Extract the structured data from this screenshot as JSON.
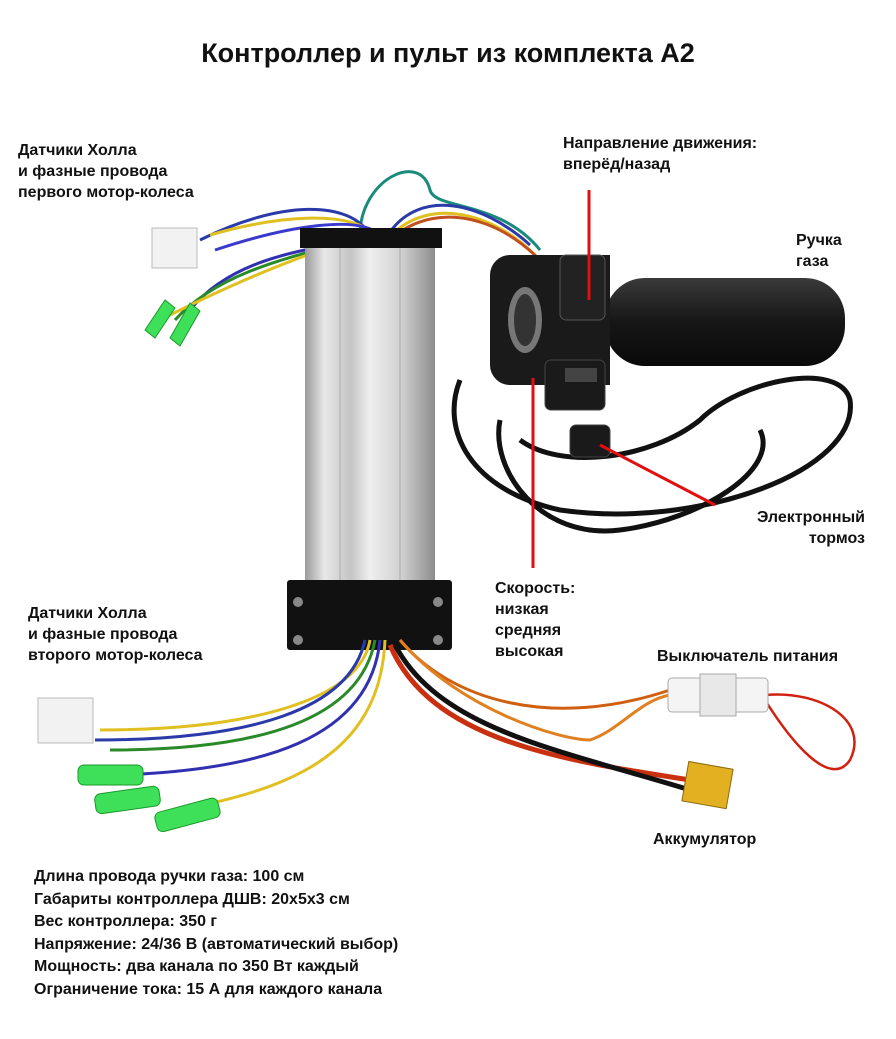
{
  "title": "Контроллер и пульт из комплекта А2",
  "labels": {
    "hall1": [
      "Датчики Холла",
      "и фазные провода",
      "первого мотор-колеса"
    ],
    "hall2": [
      "Датчики Холла",
      "и фазные провода",
      "второго мотор-колеса"
    ],
    "direction": [
      "Направление движения:",
      "вперёд/назад"
    ],
    "throttle": [
      "Ручка",
      "газа"
    ],
    "brake": [
      "Электронный",
      "тормоз"
    ],
    "speed": [
      "Скорость:",
      "низкая",
      "средняя",
      "высокая"
    ],
    "power_switch": "Выключатель питания",
    "battery": "Аккумулятор"
  },
  "specs": [
    "Длина провода ручки газа: 100 см",
    "Габариты контроллера ДШВ: 20х5х3 см",
    "Вес контроллера: 350 г",
    "Напряжение: 24/36 В (автоматический выбор)",
    "Мощность: два канала по 350 Вт каждый",
    "Ограничение тока: 15 А для каждого канала"
  ],
  "colors": {
    "pointer": "#e01010",
    "connector_green": "#3ee05a",
    "body_silver": "#d9d9d9"
  }
}
